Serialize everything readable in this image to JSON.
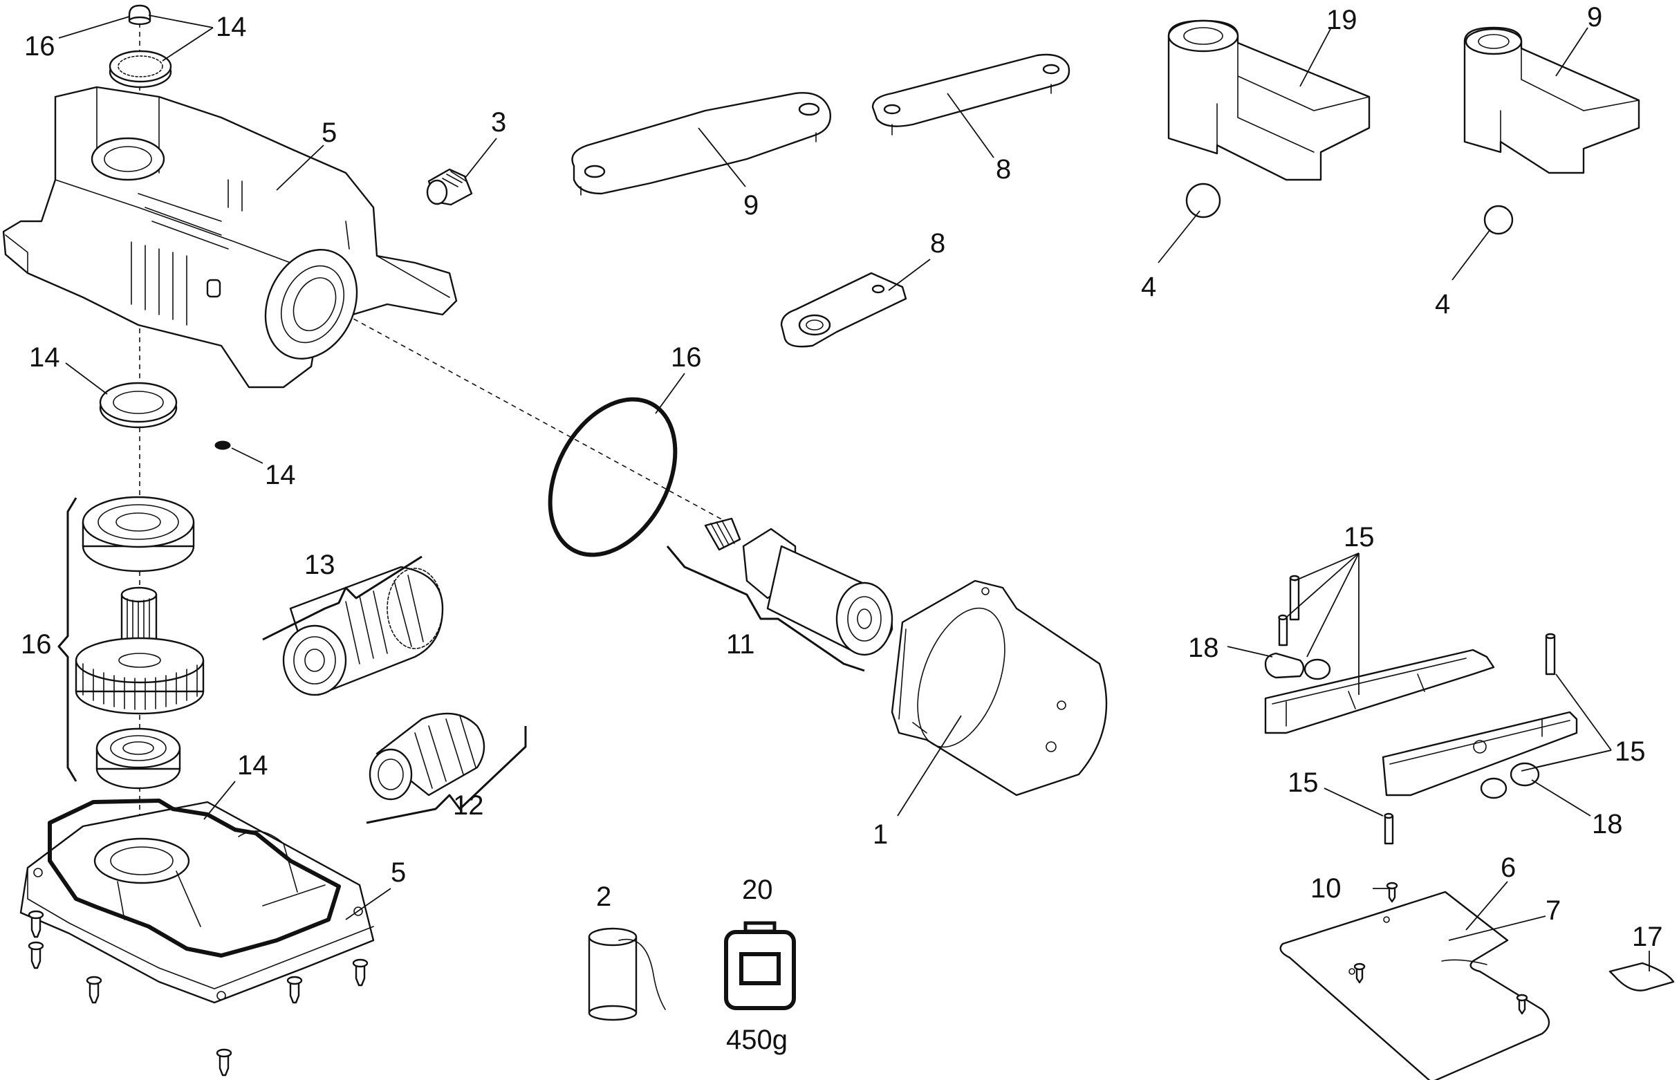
{
  "callouts": {
    "c16_top": "16",
    "c14_top": "14",
    "c5_top": "5",
    "c3": "3",
    "c9_left": "9",
    "c8_top": "8",
    "c19": "19",
    "c9_right": "9",
    "c8_mid": "8",
    "c4_left": "4",
    "c4_right": "4",
    "c14_seal": "14",
    "c16_oring": "16",
    "c14_small": "14",
    "c15_top": "15",
    "c13": "13",
    "c16_brace": "16",
    "c11": "11",
    "c18_left": "18",
    "c15_right": "15",
    "c12": "12",
    "c14_gasket": "14",
    "c5_bottom": "5",
    "c15_bottom": "15",
    "c18_right": "18",
    "c1": "1",
    "c10": "10",
    "c6": "6",
    "c2": "2",
    "c20": "20",
    "c7": "7",
    "c17": "17"
  },
  "grease_jar": {
    "weight": "450g"
  }
}
